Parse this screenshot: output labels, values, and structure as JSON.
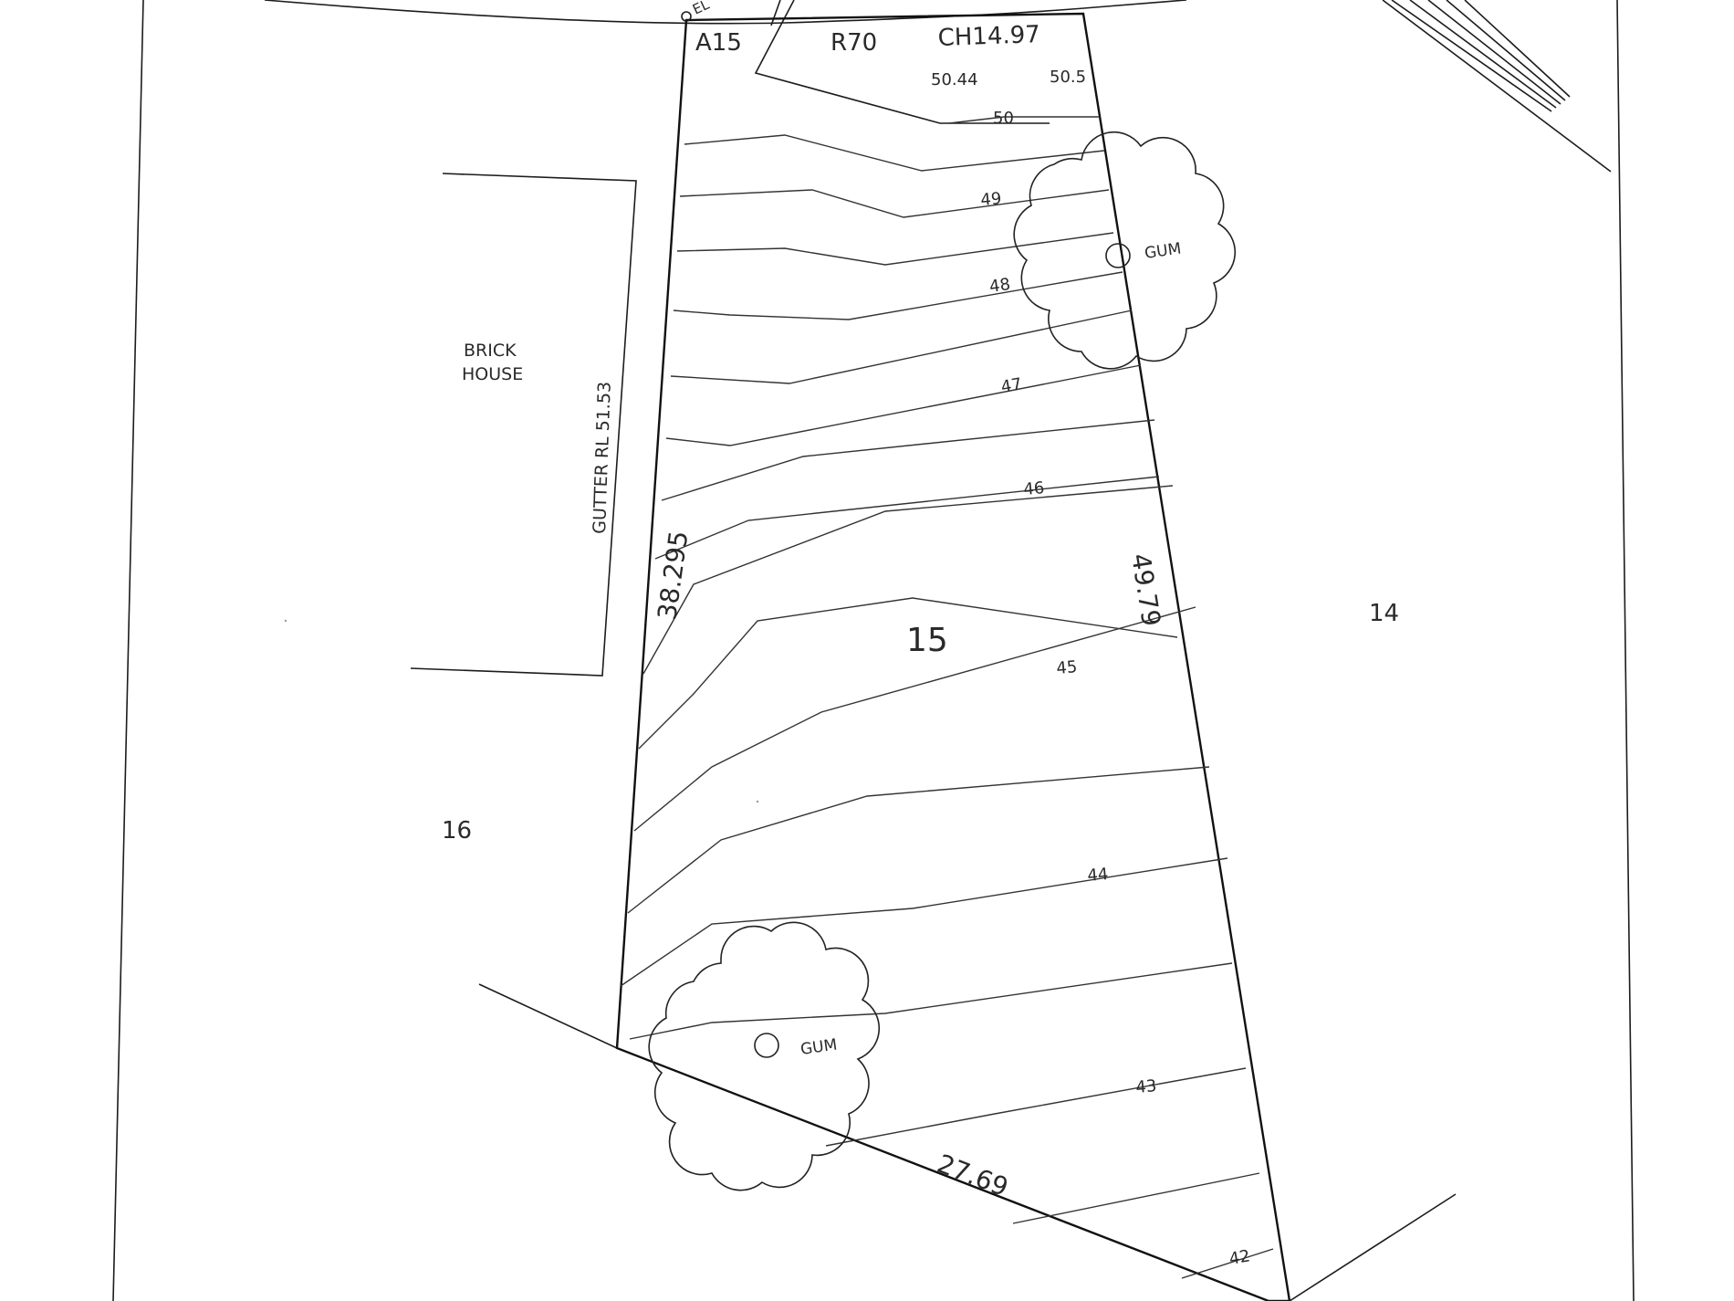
{
  "survey": {
    "curve": {
      "arc": "A15",
      "radius": "R70",
      "chord": "CH14.97",
      "el_label": "EL"
    },
    "spot_levels": {
      "left": "50.44",
      "right": "50.5"
    },
    "lots": {
      "subject": "15",
      "east": "14",
      "west": "16"
    },
    "boundaries": {
      "west_side": "38.295",
      "east_side": "49.79",
      "rear": "27.69"
    },
    "house": {
      "label_line1": "BRICK",
      "label_line2": "HOUSE",
      "gutter": "GUTTER RL 51.53"
    },
    "trees": {
      "upper": "GUM",
      "lower": "GUM"
    },
    "contours": [
      "50",
      "49",
      "48",
      "47",
      "46",
      "45",
      "44",
      "43",
      "42"
    ]
  },
  "colors": {
    "ink": "#1c1c1c",
    "paper": "#ffffff"
  }
}
